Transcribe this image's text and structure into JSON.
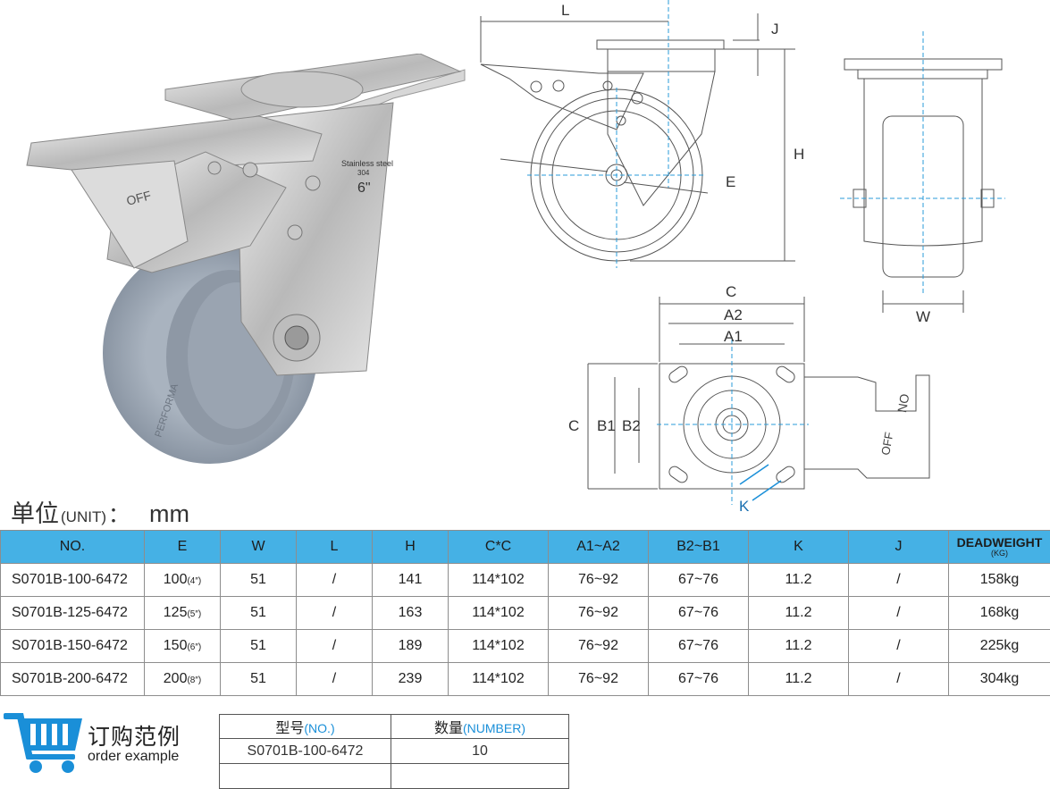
{
  "drawing_labels": {
    "L": "L",
    "J": "J",
    "H": "H",
    "E": "E",
    "W": "W",
    "C_top": "C",
    "A2": "A2",
    "A1": "A1",
    "C_side": "C",
    "B1": "B1",
    "B2": "B2",
    "K": "K",
    "on": "ON",
    "off": "OFF"
  },
  "photo_labels": {
    "material": "Stainless steel",
    "grade": "304",
    "size": "6\"",
    "off": "OFF",
    "brand": "PERFORMA"
  },
  "unit": {
    "cn": "单位",
    "en": "(UNIT)",
    "colon": "：",
    "value": "mm"
  },
  "spec_table": {
    "headers": [
      "NO.",
      "E",
      "W",
      "L",
      "H",
      "C*C",
      "A1~A2",
      "B2~B1",
      "K",
      "J",
      "DEADWEIGHT",
      "(KG)"
    ],
    "rows": [
      {
        "no": "S0701B-100-6472",
        "e": "100",
        "e_inch": "(4″)",
        "w": "51",
        "l": "/",
        "h": "141",
        "cc": "114*102",
        "a": "76~92",
        "b": "67~76",
        "k": "11.2",
        "j": "/",
        "dw": "158kg"
      },
      {
        "no": "S0701B-125-6472",
        "e": "125",
        "e_inch": "(5″)",
        "w": "51",
        "l": "/",
        "h": "163",
        "cc": "114*102",
        "a": "76~92",
        "b": "67~76",
        "k": "11.2",
        "j": "/",
        "dw": "168kg"
      },
      {
        "no": "S0701B-150-6472",
        "e": "150",
        "e_inch": "(6″)",
        "w": "51",
        "l": "/",
        "h": "189",
        "cc": "114*102",
        "a": "76~92",
        "b": "67~76",
        "k": "11.2",
        "j": "/",
        "dw": "225kg"
      },
      {
        "no": "S0701B-200-6472",
        "e": "200",
        "e_inch": "(8″)",
        "w": "51",
        "l": "/",
        "h": "239",
        "cc": "114*102",
        "a": "76~92",
        "b": "67~76",
        "k": "11.2",
        "j": "/",
        "dw": "304kg"
      }
    ]
  },
  "order_example": {
    "title_cn": "订购范例",
    "title_en": "order example",
    "col1_cn": "型号",
    "col1_en": "(NO.)",
    "col2_cn": "数量",
    "col2_en": "(NUMBER)",
    "model": "S0701B-100-6472",
    "quantity": "10",
    "icon": "shopping-cart-icon"
  },
  "colors": {
    "header_blue": "#45b1e5",
    "accent_blue": "#1a8fd8",
    "dim_line": "#2a9bd8"
  }
}
